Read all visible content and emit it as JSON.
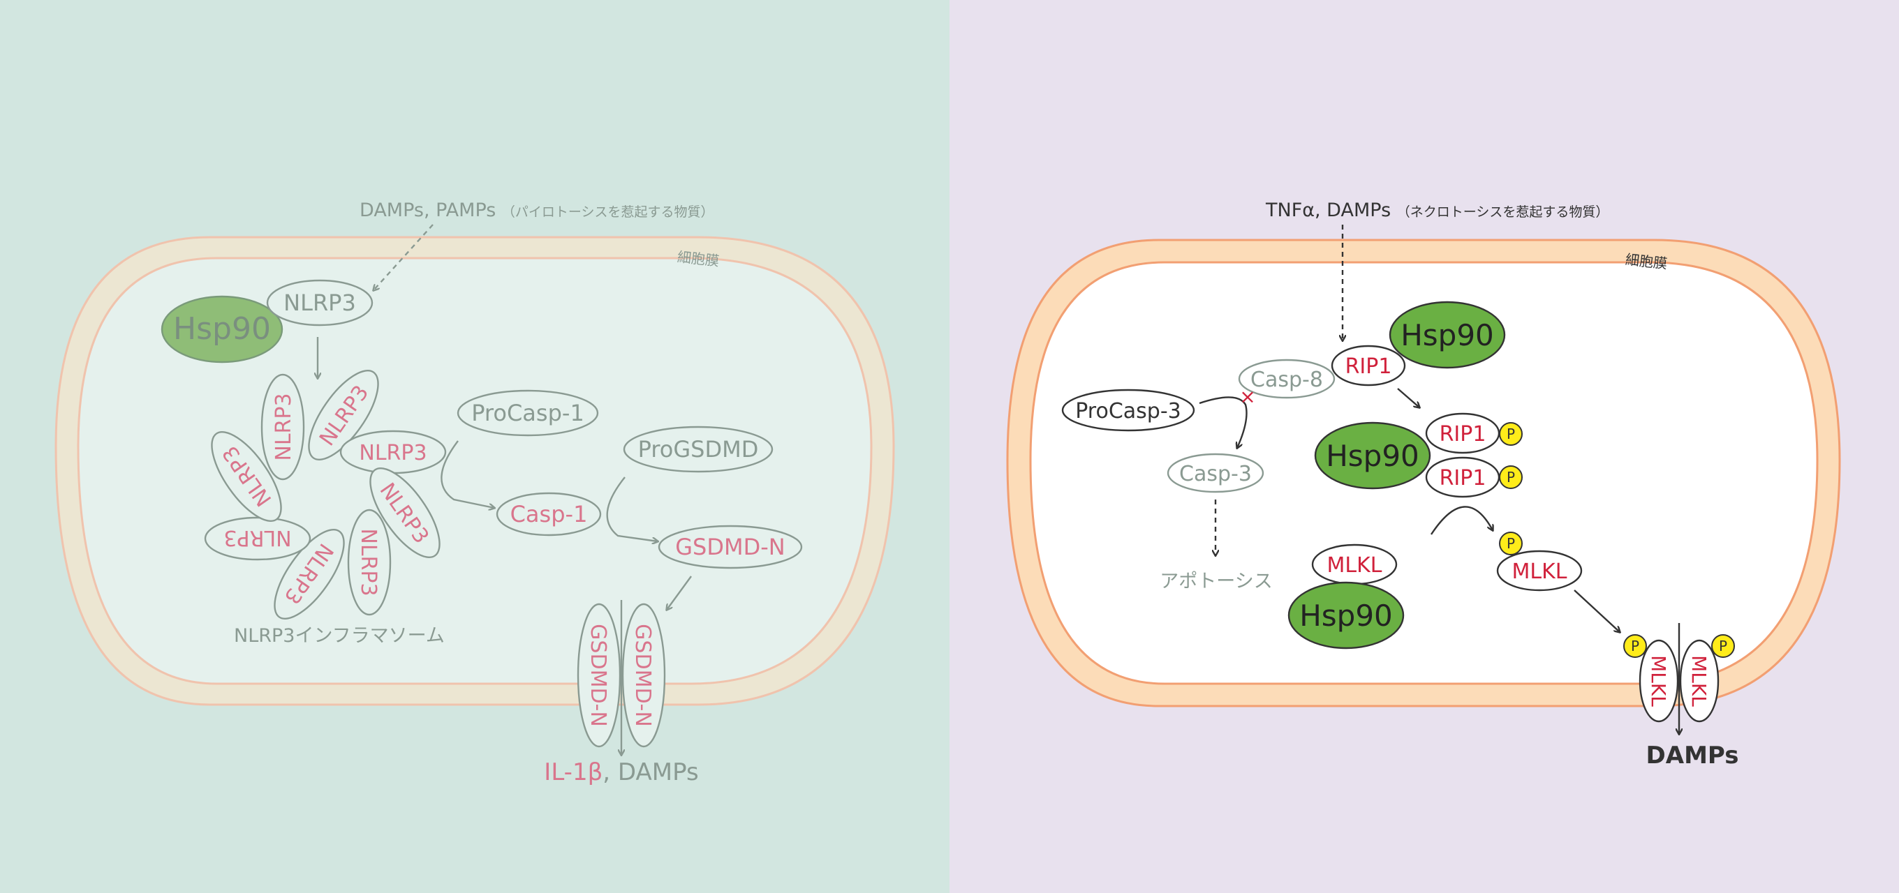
{
  "left_panel": {
    "stimulus_main": "DAMPs, PAMPs",
    "stimulus_note": "（パイロトーシスを惹起する物質）",
    "membrane_label": "細胞膜",
    "hsp90": "Hsp90",
    "nlrp3_free": "NLRP3",
    "nlrp3": "NLRP3",
    "inflammasome_label": "NLRP3インフラマソーム",
    "procasp1": "ProCasp-1",
    "casp1": "Casp-1",
    "progsdmd": "ProGSDMD",
    "gsdmd_n": "GSDMD-N",
    "output_il1b": "IL-1β",
    "output_sep": ", ",
    "output_damps": "DAMPs"
  },
  "right_panel": {
    "stimulus_main": "TNFα, DAMPs",
    "stimulus_note": "（ネクロトーシスを惹起する物質）",
    "membrane_label": "細胞膜",
    "hsp90": "Hsp90",
    "rip1": "RIP1",
    "casp8": "Casp-8",
    "procasp3": "ProCasp-3",
    "casp3": "Casp-3",
    "apoptosis": "アポトーシス",
    "mlkl": "MLKL",
    "phospho": "P",
    "output_damps": "DAMPs"
  },
  "colors": {
    "left_bg": "#d2e6e0",
    "right_bg": "#e8e1ee",
    "left_membrane_fill": "#ece6d2",
    "left_membrane_stroke": "#f0c3ad",
    "right_membrane_fill": "#fcdcb8",
    "right_membrane_stroke": "#f29f72",
    "faded_gray": "#8a9a92",
    "faded_red": "#d9758c",
    "faded_green": "#8fbd77",
    "dark": "#333333",
    "red": "#d0213b",
    "green": "#6ab043",
    "yellow": "#ffec1a"
  }
}
